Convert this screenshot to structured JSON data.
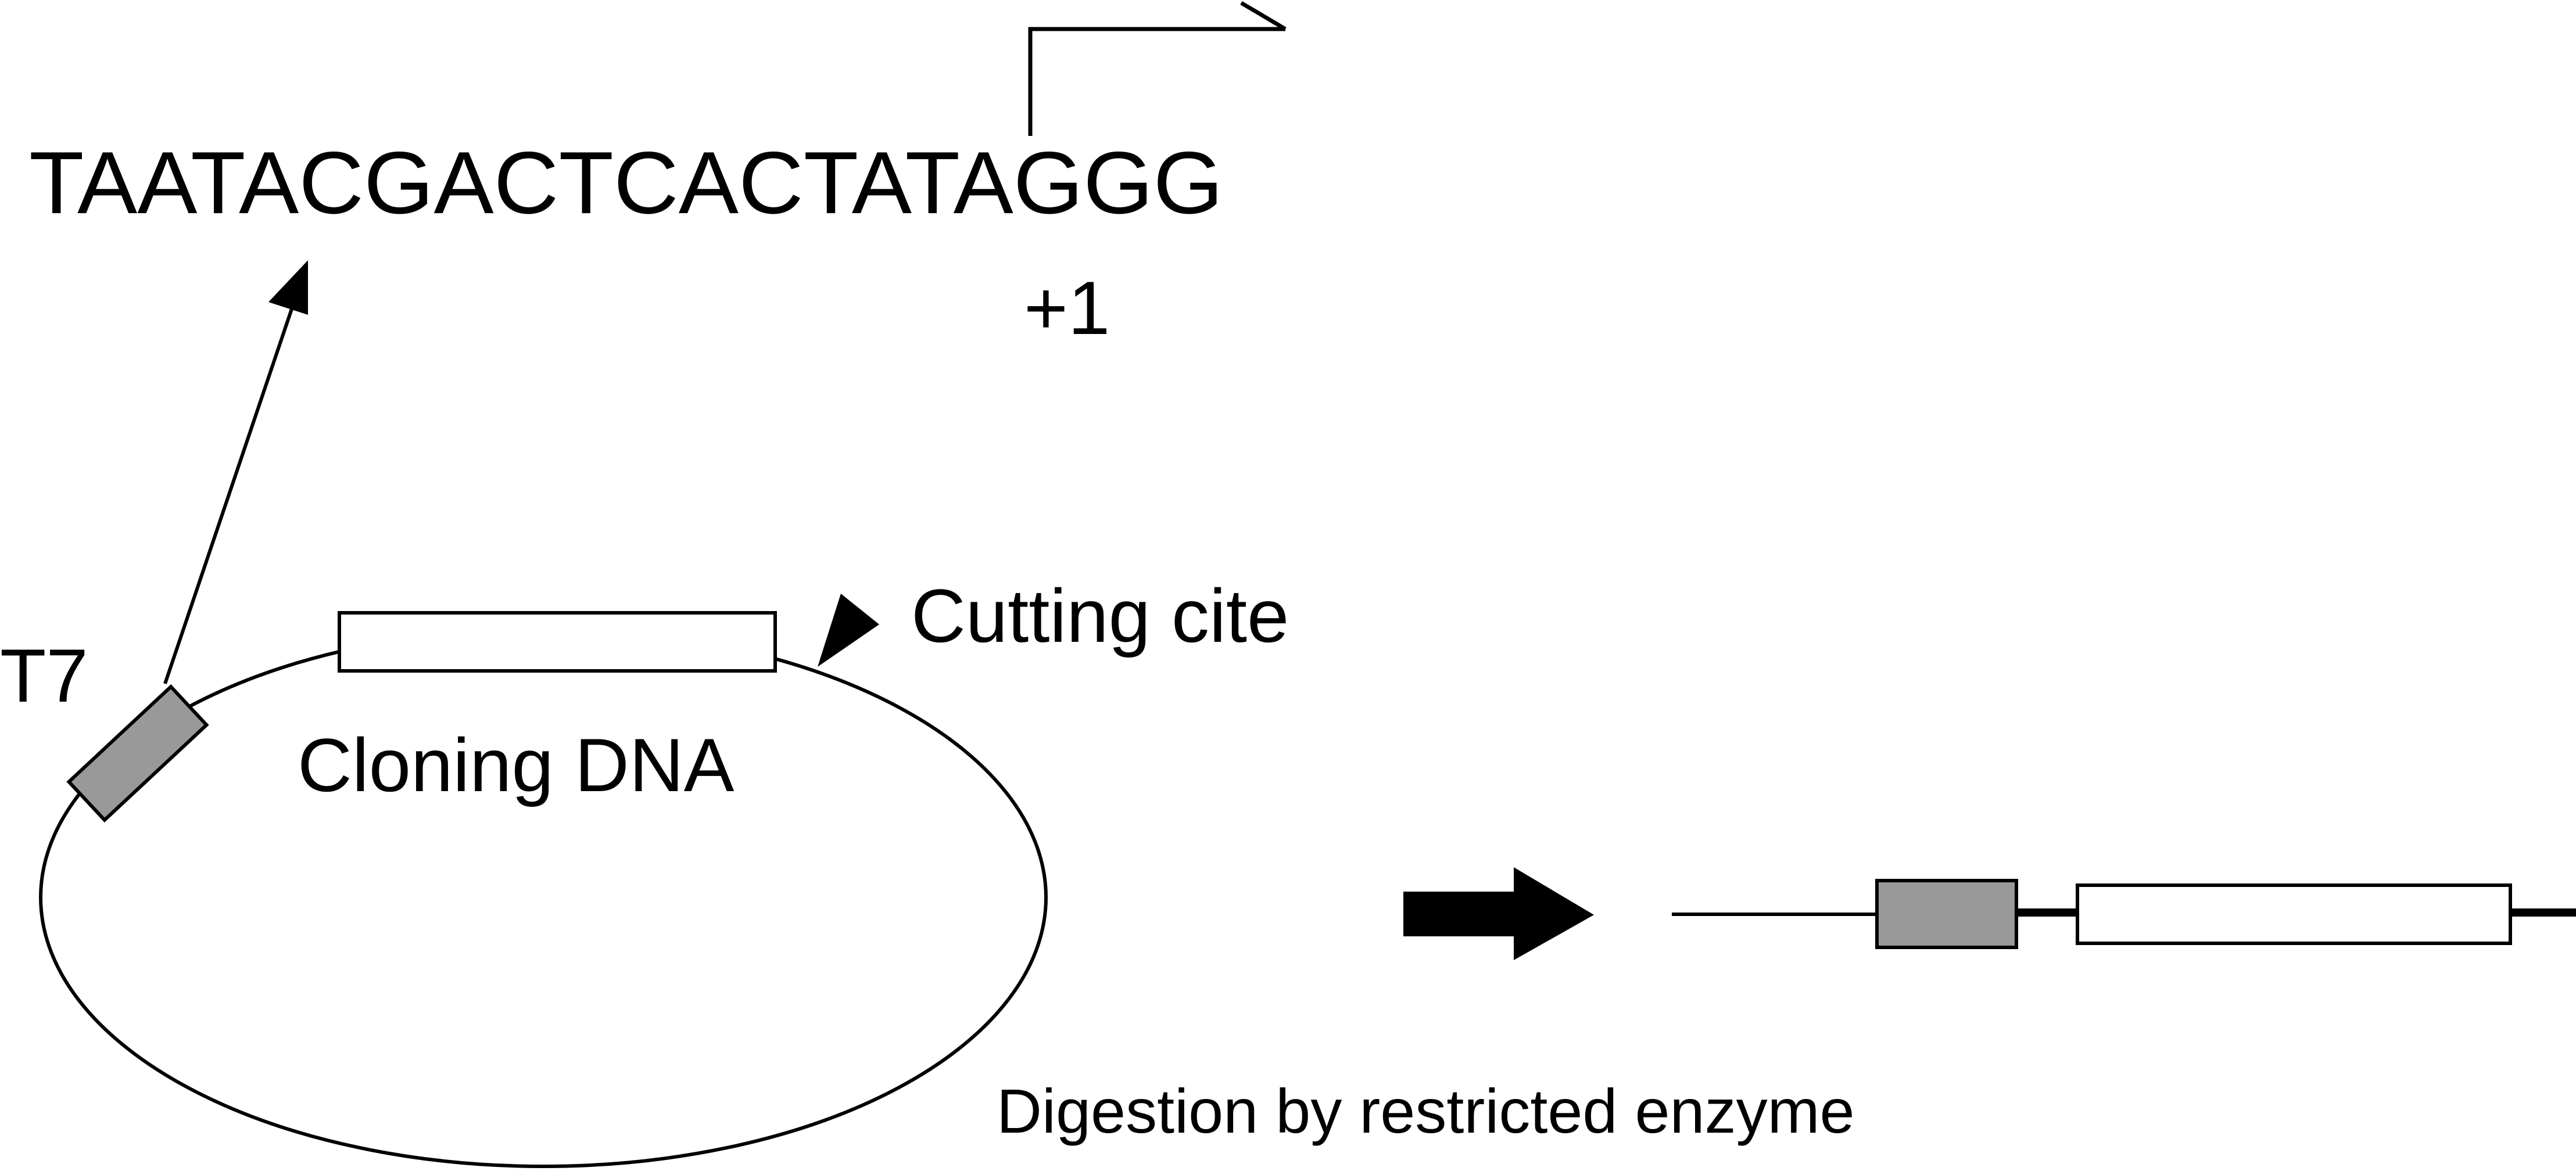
{
  "promoter_sequence": "TAATACGACTCACTATAGGG",
  "transcription_start_label": "+1",
  "promoter_label": "T7",
  "insert_label": "Cloning DNA",
  "cutting_site_label": "Cutting cite",
  "step_label": "Digestion by restricted enzyme",
  "colors": {
    "line": "#000000",
    "promoter_fill": "#999999",
    "insert_fill": "#ffffff",
    "background": "#ffffff"
  }
}
